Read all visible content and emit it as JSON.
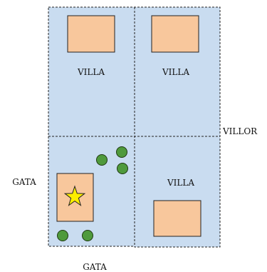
{
  "colors": {
    "background": "#ffffff",
    "plot": "#c9dcf0",
    "house": "#f8c79c",
    "tree": "#4f9a3c",
    "star": "#ffee00",
    "border": "#222222"
  },
  "labels": {
    "villa_top_left": "VILLA",
    "villa_top_right": "VILLA",
    "villa_bottom_right": "VILLA",
    "villor": "VILLOR",
    "gata_left": "GATA",
    "gata_bottom": "GATA"
  },
  "icons": {
    "marker": "star-icon",
    "vegetation": "tree-icon"
  }
}
